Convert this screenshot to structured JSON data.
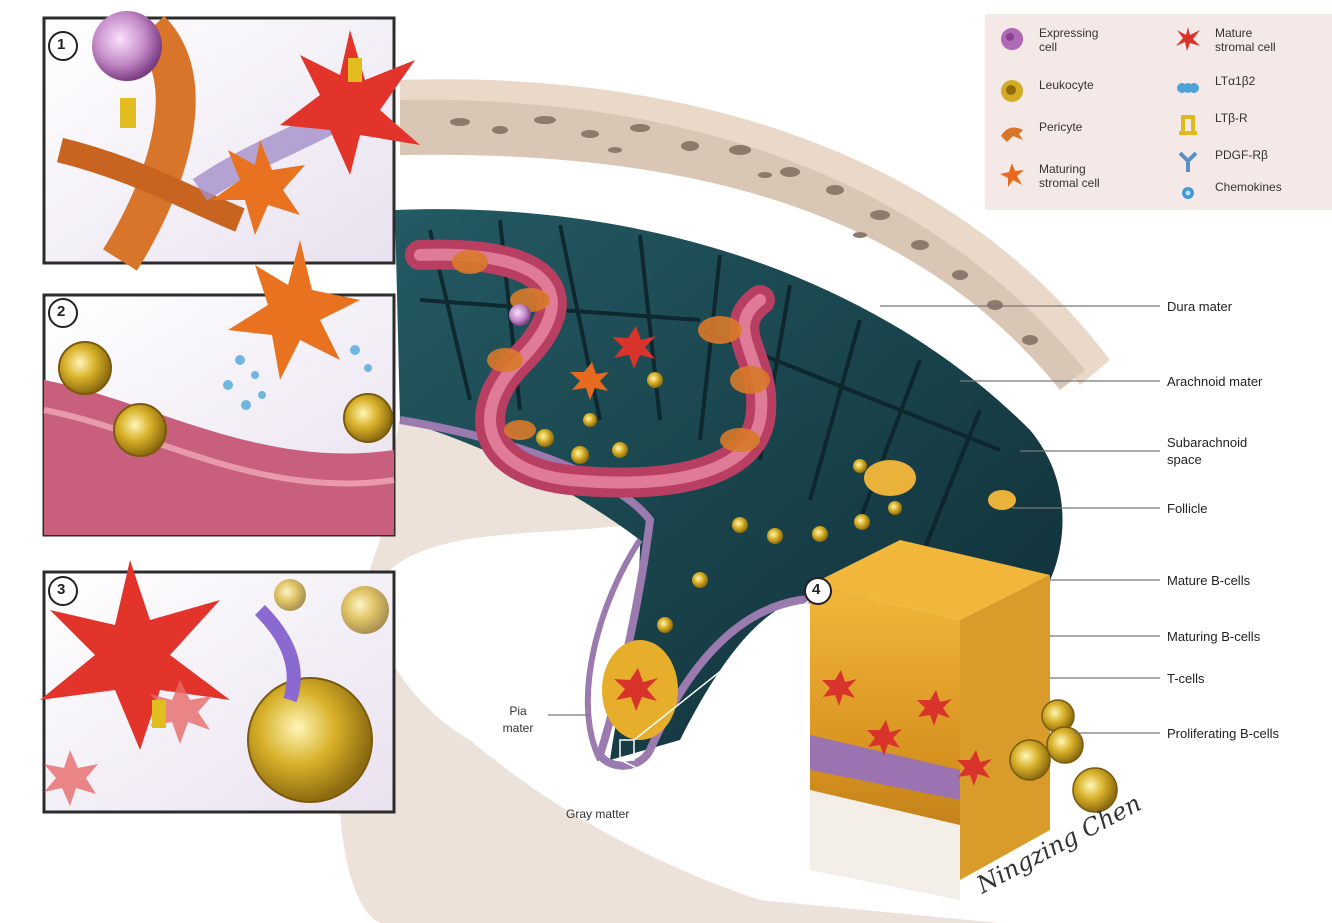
{
  "legend": {
    "items": [
      {
        "label": "Expressing cell",
        "icon": "expressing-cell-icon",
        "color": "#b06ab5"
      },
      {
        "label": "Leukocyte",
        "icon": "leukocyte-icon",
        "color": "#c9a21f"
      },
      {
        "label": "Pericyte",
        "icon": "pericyte-icon",
        "color": "#d9752a"
      },
      {
        "label": "Maturing stromal cell",
        "icon": "maturing-stromal-cell-icon",
        "color": "#e86a1f"
      },
      {
        "label": "Mature stromal cell",
        "icon": "mature-stromal-cell-icon",
        "color": "#d9342b"
      },
      {
        "label": "LTα1β2",
        "icon": "lta1b2-icon",
        "color": "#4da3d9"
      },
      {
        "label": "LTβ-R",
        "icon": "ltbr-icon",
        "color": "#e0b91e"
      },
      {
        "label": "PDGF-Rβ",
        "icon": "pdgf-rb-icon",
        "color": "#5c8fc4"
      },
      {
        "label": "Chemokines",
        "icon": "chemokines-icon",
        "color": "#3f9ad6"
      }
    ]
  },
  "callouts": [
    {
      "label": "Dura mater"
    },
    {
      "label": "Arachnoid mater"
    },
    {
      "label": "Subarachnoid space"
    },
    {
      "label": "Follicle"
    },
    {
      "label": "Mature B-cells"
    },
    {
      "label": "Maturing B-cells"
    },
    {
      "label": "T-cells"
    },
    {
      "label": "Proliferating B-cells"
    }
  ],
  "inline_labels": {
    "pia_mater": "Pia mater",
    "gray_matter": "Gray matter"
  },
  "panel_numbers": [
    "1",
    "2",
    "3",
    "4"
  ],
  "signature": "Ningzing Chen",
  "colors": {
    "legend_bg": "#f4e9e6",
    "dura": "#e6d6c8",
    "skull": "#b8a79a",
    "subarachnoid": "#1e4a55",
    "vessel": "#c4476b",
    "pia": "#9b7ab0",
    "brain": "#e8dcd2",
    "follicle": "#e7ae2c"
  }
}
